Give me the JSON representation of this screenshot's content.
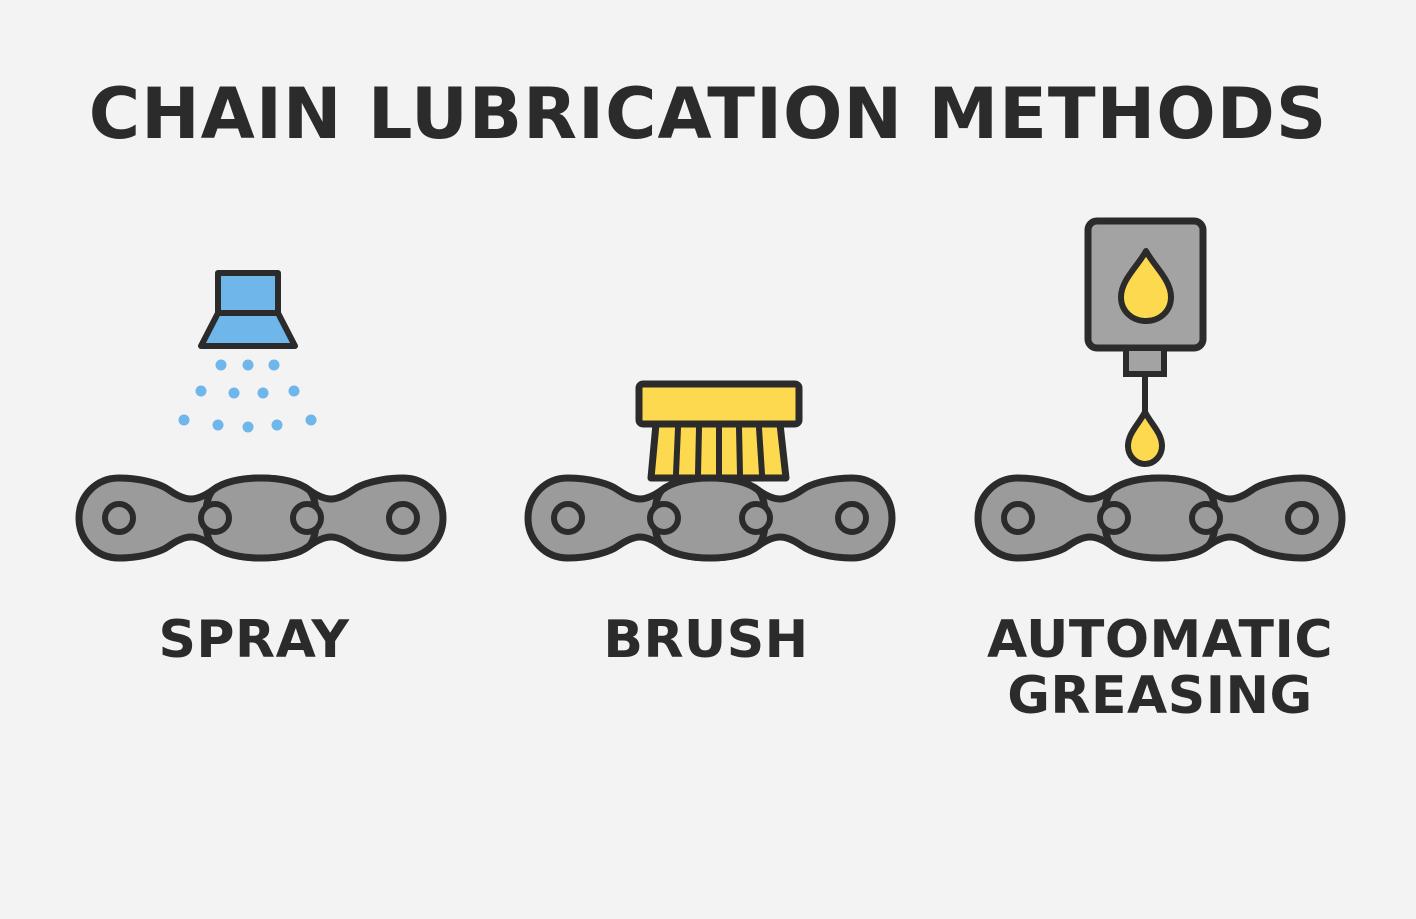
{
  "title": "CHAIN LUBRICATION METHODS",
  "methods": [
    {
      "label_lines": [
        "SPRAY"
      ],
      "icon": "spray-nozzle-icon"
    },
    {
      "label_lines": [
        "BRUSH"
      ],
      "icon": "brush-icon"
    },
    {
      "label_lines": [
        "AUTOMATIC",
        "GREASING"
      ],
      "icon": "grease-dispenser-icon"
    }
  ],
  "colors": {
    "background": "#f3f3f3",
    "outline": "#2b2b2b",
    "chain": "#9b9b9b",
    "spray_blue": "#6fb6ea",
    "grease_yellow": "#fcd94e",
    "dispenser_gray": "#a3a3a3"
  }
}
